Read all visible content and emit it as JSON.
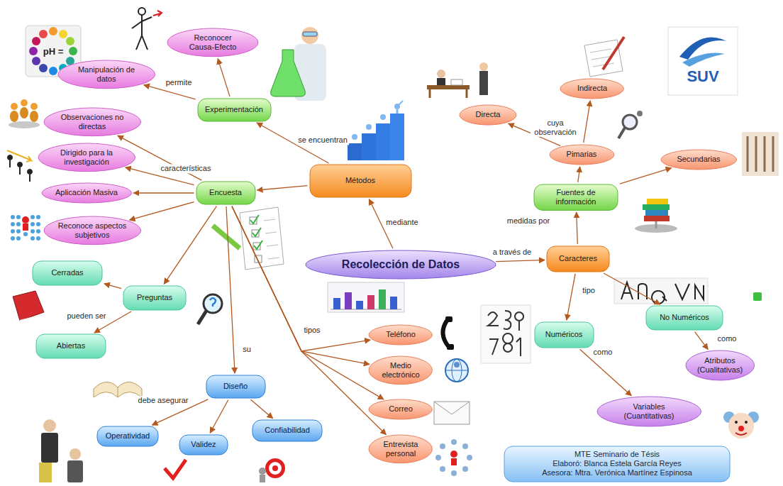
{
  "diagram": {
    "nodes": [
      {
        "text": [
          "Reconocer Causa-Efecto"
        ]
      },
      {
        "text": [
          "Manipulación de datos"
        ]
      },
      {
        "text": [
          "Indirecta"
        ]
      },
      {
        "text": [
          "Experimentación"
        ]
      },
      {
        "text": [
          "Directa"
        ]
      },
      {
        "text": [
          "Observaciones no directas"
        ]
      },
      {
        "text": [
          "Pimarias"
        ]
      },
      {
        "text": [
          "Dirigido para la investigación"
        ]
      },
      {
        "text": [
          "Secundarias"
        ]
      },
      {
        "text": [
          "Métodos"
        ]
      },
      {
        "text": [
          "Aplicación Masiva"
        ]
      },
      {
        "text": [
          "Encuesta"
        ]
      },
      {
        "text": [
          "Fuentes de información"
        ]
      },
      {
        "text": [
          "Reconoce aspectos subjetivos"
        ]
      },
      {
        "text": [
          "Caracteres"
        ]
      },
      {
        "text": [
          "Recolección de Datos"
        ]
      },
      {
        "text": [
          "Cerradas"
        ]
      },
      {
        "text": [
          "Preguntas"
        ]
      },
      {
        "text": [
          "No Numéricos"
        ]
      },
      {
        "text": [
          "Teléfono"
        ]
      },
      {
        "text": [
          "Numéricos"
        ]
      },
      {
        "text": [
          "Abiertas"
        ]
      },
      {
        "text": [
          "Atributos (Cualitativas)"
        ]
      },
      {
        "text": [
          "Medio electrónico"
        ]
      },
      {
        "text": [
          "Diseño"
        ]
      },
      {
        "text": [
          "Correo"
        ]
      },
      {
        "text": [
          "Variables (Cuantitativas)"
        ]
      },
      {
        "text": [
          "Confiabilidad"
        ]
      },
      {
        "text": [
          "Operatividad"
        ]
      },
      {
        "text": [
          "Validez"
        ]
      },
      {
        "text": [
          "Entrevista personal"
        ]
      },
      {
        "text": [
          "MTE Seminario de Tésis",
          "Elaboró: Blanca Estela García Reyes",
          "Asesora: Mtra. Verónica Martínez Espinosa"
        ]
      }
    ],
    "edges": [
      {
        "from": 15,
        "to": 9,
        "label": "mediante",
        "arrow": "to"
      },
      {
        "from": 15,
        "to": 14,
        "label": "a través de",
        "arrow": "to"
      },
      {
        "from": 9,
        "to": 3,
        "label": "se encuentran",
        "arrow": "to"
      },
      {
        "from": 9,
        "to": 11,
        "arrow": "to"
      },
      {
        "from": 3,
        "to": 1,
        "label": "permite",
        "arrow": "to"
      },
      {
        "from": 3,
        "to": 0,
        "arrow": "to"
      },
      {
        "from": 11,
        "to": 5,
        "label": "características",
        "arrow": "to"
      },
      {
        "from": 11,
        "to": 7,
        "arrow": "to"
      },
      {
        "from": 11,
        "to": 10,
        "arrow": "to"
      },
      {
        "from": 11,
        "to": 13,
        "arrow": "to"
      },
      {
        "from": 11,
        "to": 17,
        "arrow": "to"
      },
      {
        "from": 11,
        "to": 24,
        "label": "su",
        "arrow": "to"
      },
      {
        "from": 11,
        "to": 19,
        "label": "tipos",
        "arrow": "to"
      },
      {
        "from": 11,
        "to": 23,
        "arrow": "to"
      },
      {
        "from": 11,
        "to": 25,
        "arrow": "to"
      },
      {
        "from": 11,
        "to": 30,
        "arrow": "to"
      },
      {
        "from": 17,
        "to": 16,
        "arrow": "to"
      },
      {
        "from": 17,
        "to": 21,
        "label": "pueden ser",
        "arrow": "to"
      },
      {
        "from": 24,
        "to": 28,
        "label": "debe asegurar",
        "arrow": "to"
      },
      {
        "from": 24,
        "to": 29,
        "arrow": "to"
      },
      {
        "from": 24,
        "to": 27,
        "arrow": "to"
      },
      {
        "from": 14,
        "to": 12,
        "label": "medidas por",
        "arrow": "to"
      },
      {
        "from": 12,
        "to": 6,
        "arrow": "to"
      },
      {
        "from": 12,
        "to": 8,
        "arrow": "to"
      },
      {
        "from": 6,
        "to": 4,
        "label": "cuya observación",
        "arrow": "to"
      },
      {
        "from": 6,
        "to": 2,
        "arrow": "to"
      },
      {
        "from": 14,
        "to": 20,
        "label": "tipo",
        "arrow": "to"
      },
      {
        "from": 14,
        "to": 18,
        "arrow": "to"
      },
      {
        "from": 18,
        "to": 22,
        "label": "como",
        "arrow": "to"
      },
      {
        "from": 20,
        "to": 26,
        "label": "como",
        "arrow": "to"
      }
    ],
    "labels": [
      "pH =",
      "SUV"
    ]
  }
}
